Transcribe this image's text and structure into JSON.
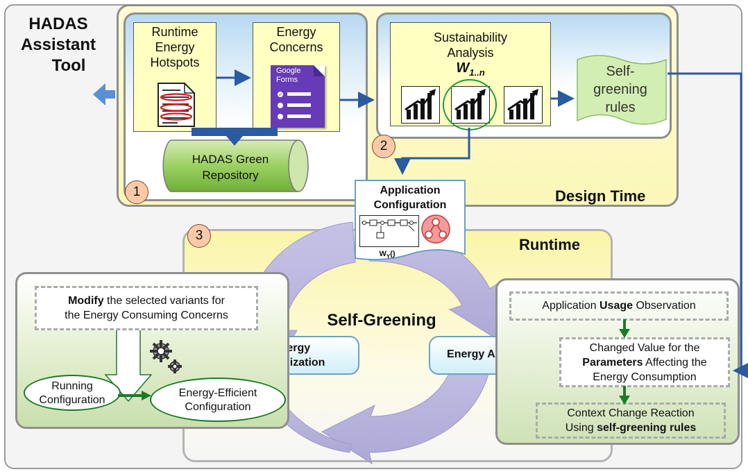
{
  "tool": {
    "line1": "HADAS",
    "line2": "Assistant",
    "line3": "Tool"
  },
  "design": {
    "label": "Design Time",
    "hotspots": {
      "line1": "Runtime",
      "line2": "Energy",
      "line3": "Hotspots"
    },
    "concerns": {
      "line1": "Energy",
      "line2": "Concerns"
    },
    "forms_icon": {
      "line1": "Google",
      "line2": "Forms"
    },
    "repository": {
      "line1": "HADAS Green",
      "line2": "Repository"
    },
    "analysis": {
      "line1": "Sustainability",
      "line2": "Analysis",
      "weights": "W",
      "weights_sub": "1..n"
    },
    "rules": {
      "line1": "Self-",
      "line2": "greening",
      "line3": "rules"
    },
    "step1": "1",
    "step2": "2"
  },
  "config": {
    "line1": "Application",
    "line2": "Configuration",
    "func": "W",
    "func_sub": "Y",
    "func_tail": "()"
  },
  "runtime": {
    "label": "Runtime",
    "step3": "3",
    "center": "Self-Greening",
    "optimization": {
      "line1": "Energy",
      "line2": "Optimization"
    },
    "analysis": "Energy Analysis"
  },
  "left": {
    "modify_bold": "Modify",
    "modify_rest1": " the selected variants for",
    "modify_line2": "the Energy Consuming Concerns",
    "running": {
      "line1": "Running",
      "line2": "Configuration"
    },
    "efficient": {
      "line1": "Energy-Efficient",
      "line2": "Configuration"
    }
  },
  "right": {
    "usage_pre": "Application ",
    "usage_bold": "Usage",
    "usage_post": " Observation",
    "changed_line1": "Changed Value for the",
    "changed_bold": "Parameters",
    "changed_rest": " Affecting the",
    "changed_line3": "Energy Consumption",
    "context_line1": "Context Change Reaction",
    "context_pre": "Using ",
    "context_bold": "self-greening rules"
  }
}
